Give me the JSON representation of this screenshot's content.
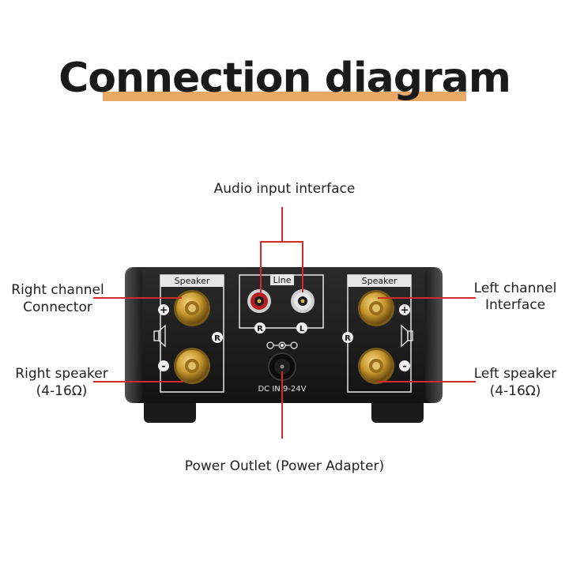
{
  "title": "Connection diagram",
  "labels": {
    "audio_input": "Audio input interface",
    "right_channel_line1": "Right channel",
    "right_channel_line2": "Connector",
    "right_speaker_line1": "Right speaker",
    "right_speaker_line2": "(4-16Ω)",
    "left_channel_line1": "Left channel",
    "left_channel_line2": "Interface",
    "left_speaker_line1": "Left speaker",
    "left_speaker_line2": "(4-16Ω)",
    "power_outlet": "Power Outlet (Power Adapter)"
  },
  "panel": {
    "speaker_left": "Speaker",
    "speaker_right": "Speaker",
    "line": "Line",
    "rca_r": "R",
    "rca_l": "L",
    "channel_r_left": "R",
    "channel_r_right": "R",
    "plus": "+",
    "minus": "-",
    "dc_label": "DC IN 9-24V"
  },
  "colors": {
    "accent_underline": "#e8a964",
    "pointer_line": "#d42a2a",
    "device_body": "#1b1b1b",
    "terminal_gold": "#c99a2e"
  }
}
